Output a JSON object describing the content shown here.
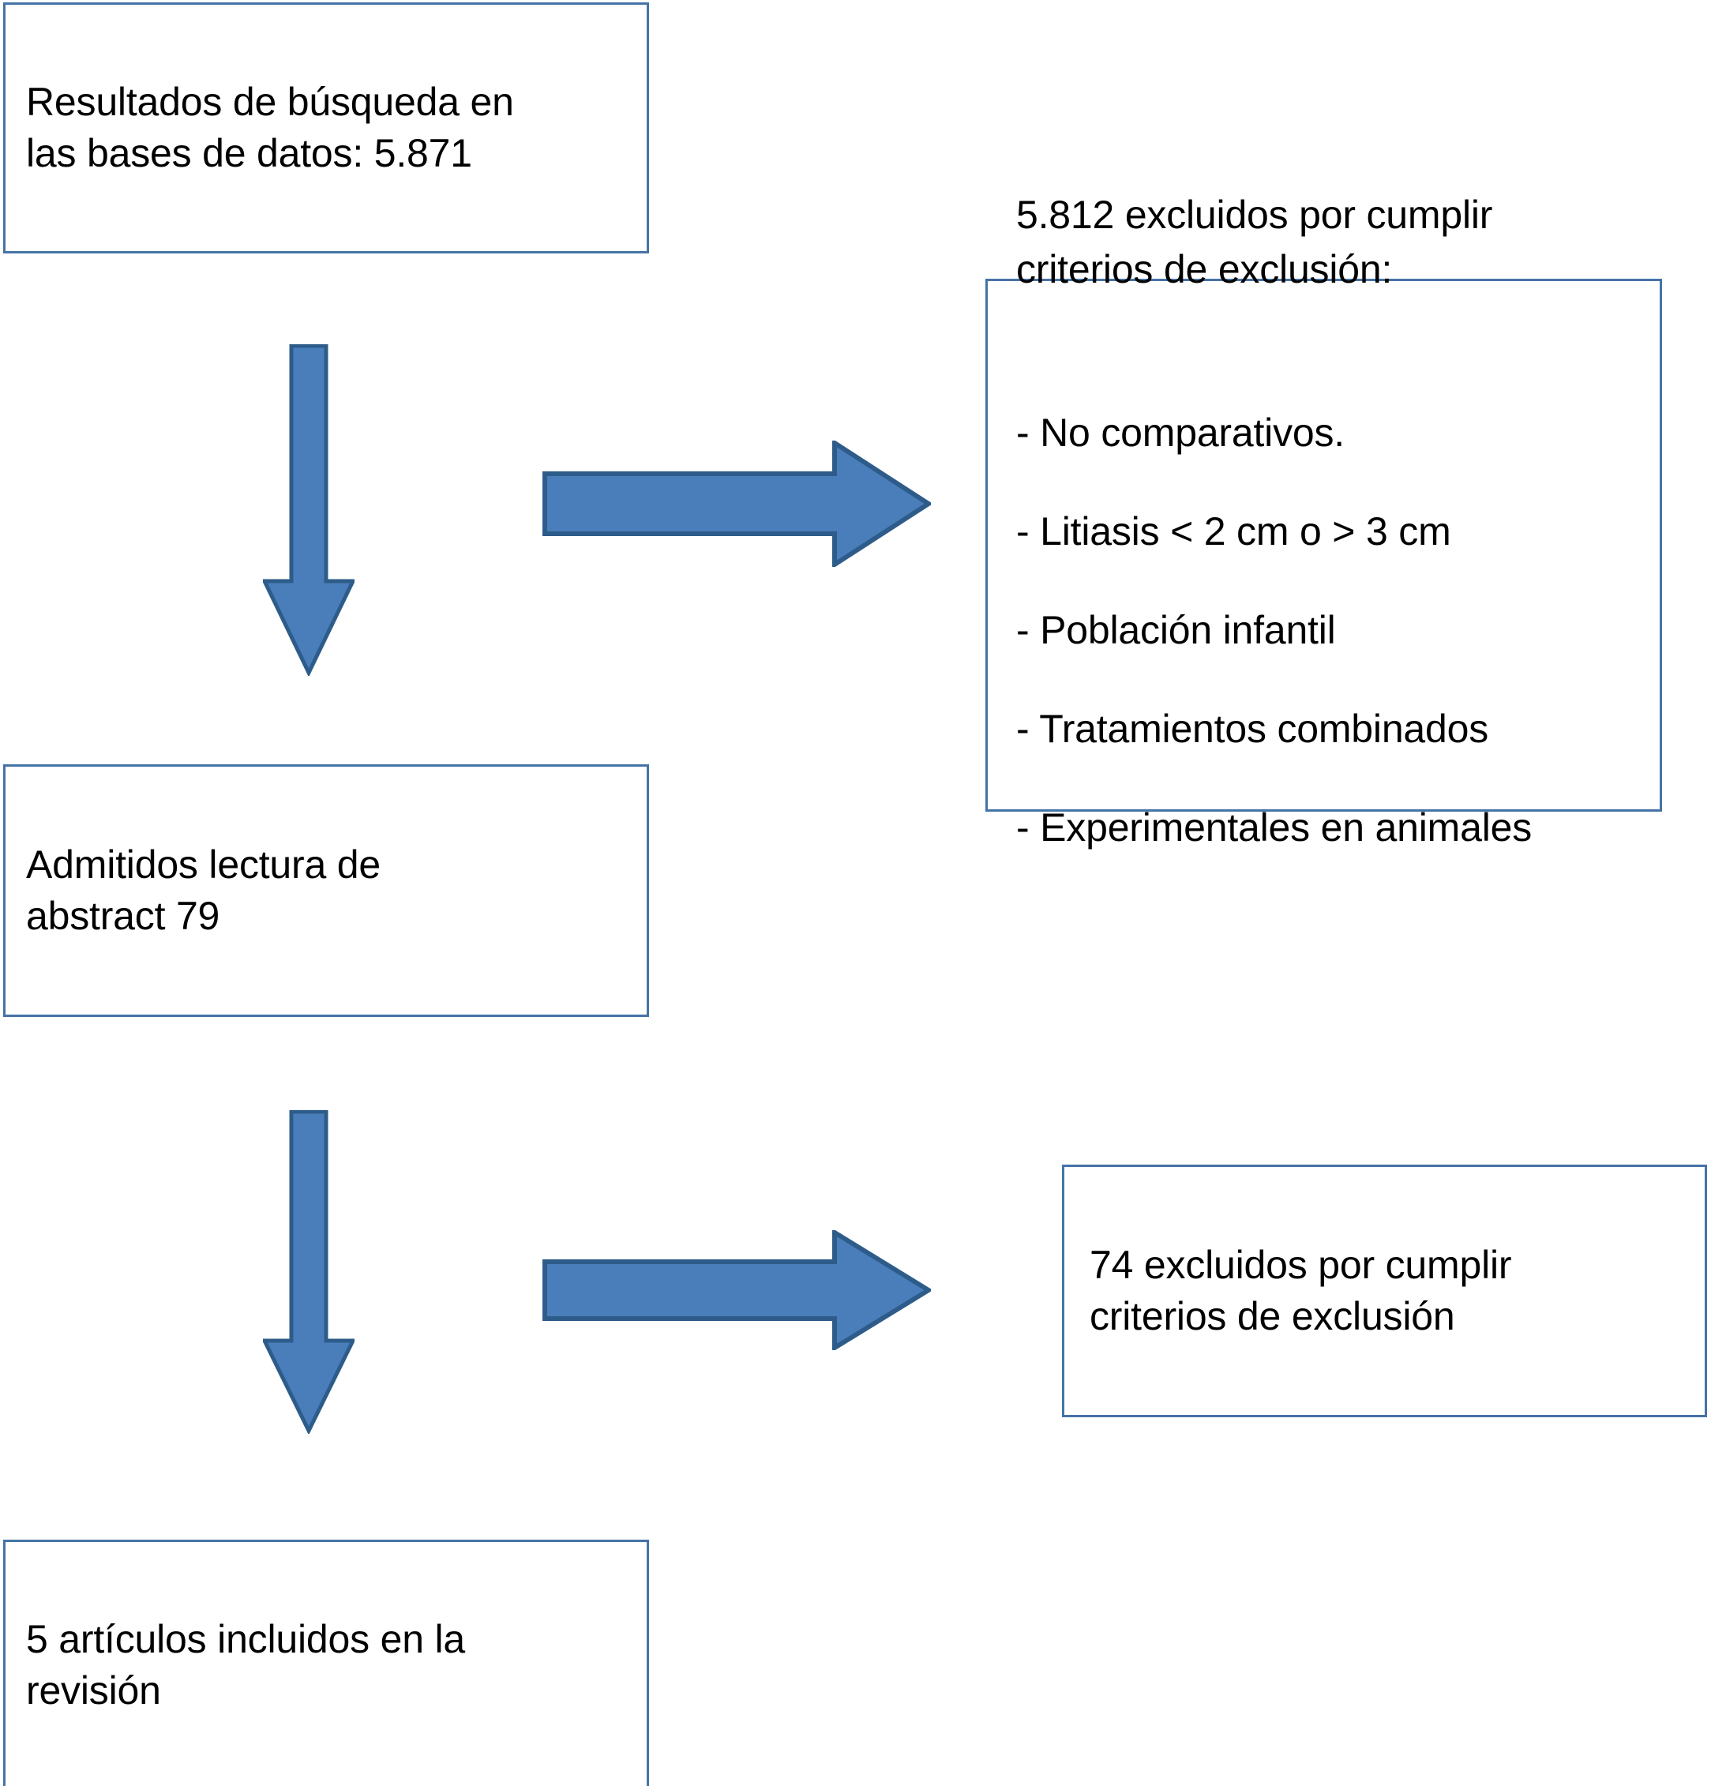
{
  "diagram": {
    "title": "PRISMA-style study selection flow diagram",
    "colors": {
      "box_border": "#4573a7",
      "box_fill": "#ffffff",
      "arrow_fill": "#4a7ebb",
      "arrow_border": "#2e5c8a",
      "text": "#000000"
    },
    "boxes": {
      "search_results": {
        "text": "Resultados de búsqueda en\nlas bases de datos: 5.871",
        "count": "5.871"
      },
      "abstracts_admitted": {
        "text": "Admitidos lectura de\nabstract 79",
        "count": "79"
      },
      "exclusion_criteria": {
        "heading": "5.812 excluidos por cumplir\ncriterios de exclusión:",
        "count": "5.812",
        "items": [
          "- No comparativos.",
          "- Litiasis < 2 cm o > 3 cm",
          "- Población infantil",
          "- Tratamientos combinados",
          "- Experimentales en animales"
        ]
      },
      "excluded_74": {
        "text": "74 excluidos por cumplir\ncriterios de exclusión",
        "count": "74"
      },
      "included_articles": {
        "text": "5 artículos incluidos en la\nrevisión",
        "count": "5"
      }
    },
    "arrows": {
      "down_1": "down-arrow",
      "down_2": "down-arrow",
      "right_1": "right-arrow",
      "right_2": "right-arrow"
    }
  }
}
